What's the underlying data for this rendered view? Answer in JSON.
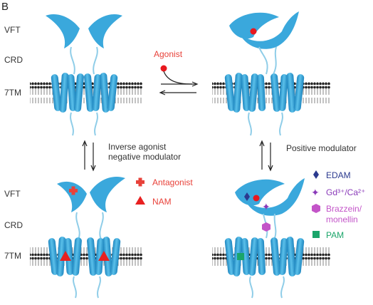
{
  "panel_letter": "B",
  "domain_labels": {
    "vft": "VFT",
    "crd": "CRD",
    "tm": "7TM"
  },
  "arrows": {
    "agonist": "Agonist",
    "inverse_line1": "Inverse agonist",
    "inverse_line2": "negative modulator",
    "positive": "Positive modulator"
  },
  "legend_left": [
    {
      "label": "Antagonist",
      "color": "#e8423a",
      "icon": "red-cross-icon"
    },
    {
      "label": "NAM",
      "color": "#e82020",
      "icon": "red-triangle-icon"
    }
  ],
  "legend_right": [
    {
      "label": "EDAM",
      "color": "#2b3a8f",
      "icon": "blue-diamond-icon"
    },
    {
      "label": "Gd³⁺/Ca²⁺",
      "color": "#8a3ab9",
      "icon": "purple-star-icon"
    },
    {
      "label": "Brazzein/",
      "label2": "monellin",
      "color": "#c354c8",
      "icon": "magenta-hexagon-icon"
    },
    {
      "label": "PAM",
      "color": "#1aa56a",
      "icon": "green-square-icon"
    }
  ],
  "colors": {
    "receptor_fill": "#3aa8dc",
    "receptor_dark": "#1f87c0",
    "linker": "#8fcde8",
    "membrane_line": "#222222",
    "agonist_dot": "#e8181e",
    "label_red": "#e8423a"
  }
}
